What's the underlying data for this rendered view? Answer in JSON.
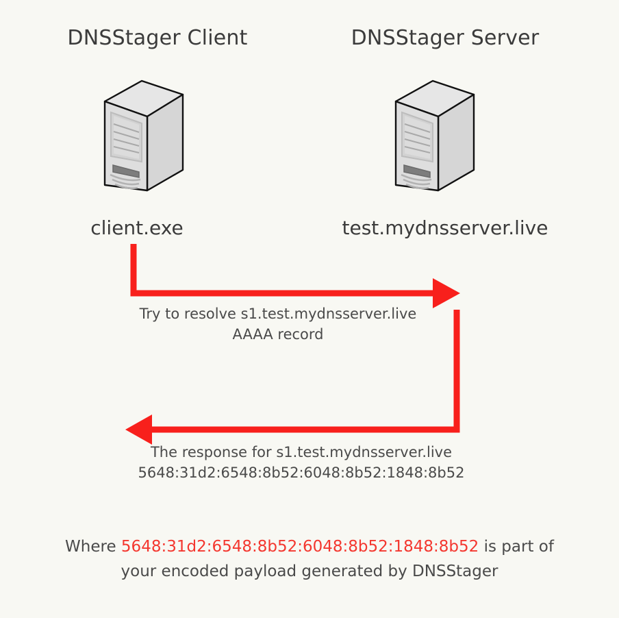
{
  "diagram": {
    "background_color": "#f8f8f3",
    "accent_color": "#f8201c",
    "highlight_text_color": "#f4372f",
    "text_color": "#3b3b3b"
  },
  "nodes": [
    {
      "id": "client",
      "title": "DNSStager Client",
      "label": "client.exe",
      "icon": "server-tower-icon"
    },
    {
      "id": "server",
      "title": "DNSStager Server",
      "label": "test.mydnsserver.live",
      "icon": "server-tower-icon"
    }
  ],
  "flows": [
    {
      "id": "request",
      "direction": "client-to-server",
      "caption_line1": "Try to resolve s1.test.mydnsserver.live",
      "caption_line2": "AAAA record"
    },
    {
      "id": "response",
      "direction": "server-to-client",
      "caption_line1": "The response for s1.test.mydnsserver.live",
      "caption_line2": "5648:31d2:6548:8b52:6048:8b52:1848:8b52"
    }
  ],
  "footnote": {
    "prefix": "Where ",
    "payload": "5648:31d2:6548:8b52:6048:8b52:1848:8b52",
    "suffix": " is part of",
    "line2": "your encoded payload generated by DNSStager"
  }
}
